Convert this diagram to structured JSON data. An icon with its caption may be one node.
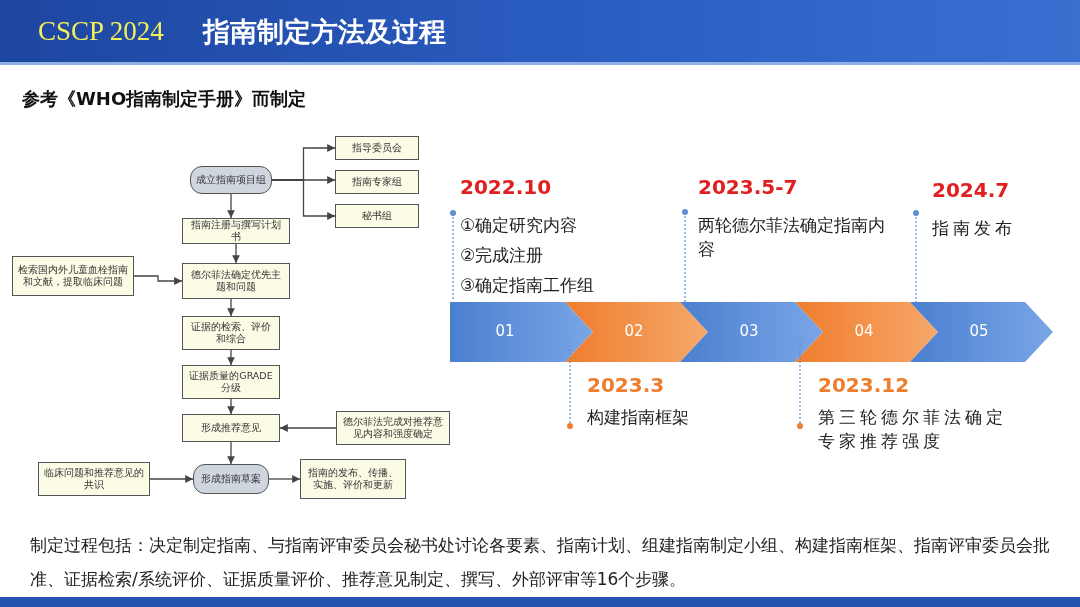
{
  "diagram": {
    "title": "指南制定方法及过程",
    "nodes": [
      {
        "text": [
          "成立指南项目组"
        ]
      },
      {
        "text": [
          "指导委员会"
        ]
      },
      {
        "text": [
          "指南专家组"
        ]
      },
      {
        "text": [
          "秘书组"
        ]
      },
      {
        "text": [
          "指南注册与撰写计划书"
        ]
      },
      {
        "text": [
          "检索国内外儿童血栓指南和文献，提取临床问题"
        ]
      },
      {
        "text": [
          "德尔菲法确定优先主题和问题"
        ]
      },
      {
        "text": [
          "证据的检索、评价和综合"
        ]
      },
      {
        "text": [
          "证据质量的GRADE分级"
        ]
      },
      {
        "text": [
          "形成推荐意见"
        ]
      },
      {
        "text": [
          "德尔菲法完成对推荐意见内容和强度确定"
        ]
      },
      {
        "text": [
          "临床问题和推荐意见的共识"
        ]
      },
      {
        "text": [
          "形成指南草案"
        ]
      },
      {
        "text": [
          "指南的发布、传播、实施、评价和更新"
        ]
      },
      {
        "text": [
          "01"
        ],
        "beside": [
          "2022.10",
          "①确定研究内容",
          "②完成注册",
          "③确定指南工作组"
        ]
      },
      {
        "text": [
          "02"
        ],
        "beside": [
          "2023.3",
          "构建指南框架"
        ]
      },
      {
        "text": [
          "03"
        ],
        "beside": [
          "2023.5-7",
          "两轮德尔菲法确定指南内容"
        ]
      },
      {
        "text": [
          "04"
        ],
        "beside": [
          "2023.12",
          "第三轮德尔菲法确定专家推荐强度"
        ]
      },
      {
        "text": [
          "05"
        ],
        "beside": [
          "2024.7",
          "指南发布"
        ]
      }
    ],
    "edges": [
      {
        "from": 0,
        "to": 1,
        "arrow": "to"
      },
      {
        "from": 0,
        "to": 2,
        "arrow": "to"
      },
      {
        "from": 0,
        "to": 3,
        "arrow": "to"
      },
      {
        "from": 0,
        "to": 4,
        "arrow": "to"
      },
      {
        "from": 4,
        "to": 6,
        "arrow": "to"
      },
      {
        "from": 5,
        "to": 6,
        "arrow": "to"
      },
      {
        "from": 6,
        "to": 7,
        "arrow": "to"
      },
      {
        "from": 7,
        "to": 8,
        "arrow": "to"
      },
      {
        "from": 8,
        "to": 9,
        "arrow": "to"
      },
      {
        "from": 10,
        "to": 9,
        "arrow": "to"
      },
      {
        "from": 9,
        "to": 12,
        "arrow": "to"
      },
      {
        "from": 11,
        "to": 12,
        "arrow": "to"
      },
      {
        "from": 12,
        "to": 13,
        "arrow": "to"
      }
    ],
    "labels": [
      "CSCP 2024",
      "参考《WHO指南制定手册》而制定"
    ],
    "caption": "制定过程包括：决定制定指南、与指南评审委员会秘书处讨论各要素、指南计划、组建指南制定小组、构建指南框架、指南评审委员会批准、证据检索/系统评价、证据质量评价、推荐意见制定、撰写、外部评审等16个步骤。"
  }
}
